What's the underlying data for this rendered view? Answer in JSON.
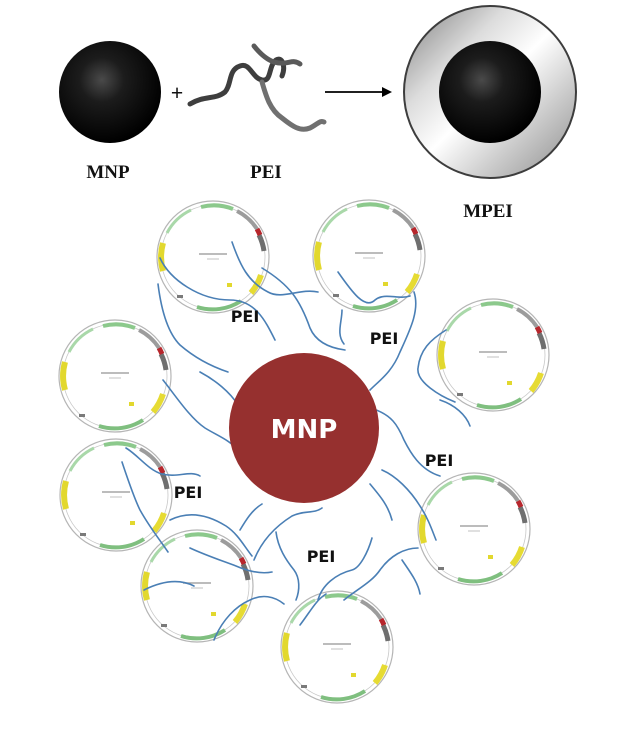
{
  "top": {
    "mnp_label": "MNP",
    "plus_sign": "+",
    "pei_label": "PEI",
    "mpei_label": "MPEI"
  },
  "complex": {
    "core_label": "MNP",
    "core_color": "#96302f",
    "strand_color": "#4a7fb5",
    "pei_labels": [
      "PEI",
      "PEI",
      "PEI",
      "PEI",
      "PEI"
    ]
  },
  "icons": {
    "nanoparticle": "black-sphere-icon",
    "polymer": "polymer-chain-icon",
    "arrow": "reaction-arrow-icon",
    "coated_particle": "coated-sphere-icon",
    "plasmid": "plasmid-map-icon"
  }
}
